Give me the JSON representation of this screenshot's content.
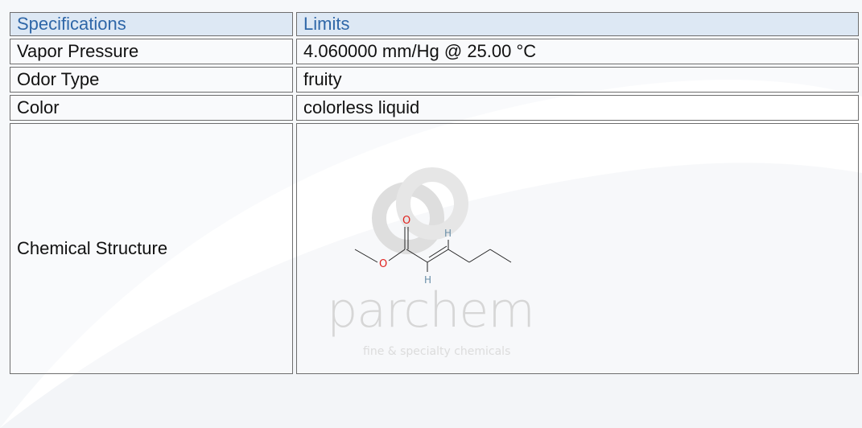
{
  "table": {
    "header": {
      "spec": "Specifications",
      "limits": "Limits"
    },
    "rows": [
      {
        "spec": "Vapor Pressure",
        "limit": "4.060000 mm/Hg @ 25.00 °C"
      },
      {
        "spec": "Odor Type",
        "limit": "fruity"
      },
      {
        "spec": "Color",
        "limit": "colorless liquid"
      },
      {
        "spec": "Chemical Structure",
        "limit": ""
      }
    ]
  },
  "structure": {
    "atoms": {
      "oxygen_carbonyl": "O",
      "oxygen_ester": "O",
      "hydrogen_top": "H",
      "hydrogen_bottom": "H"
    },
    "atom_color_oxygen": "#e0221e",
    "atom_color_hydrogen": "#6a8fa8",
    "bond_color": "#222222"
  },
  "watermark": {
    "brand": "parchem",
    "tagline": "fine & specialty chemicals"
  },
  "colors": {
    "header_bg": "#dde8f4",
    "header_text": "#2f67a8",
    "border": "#6e6e6e"
  }
}
